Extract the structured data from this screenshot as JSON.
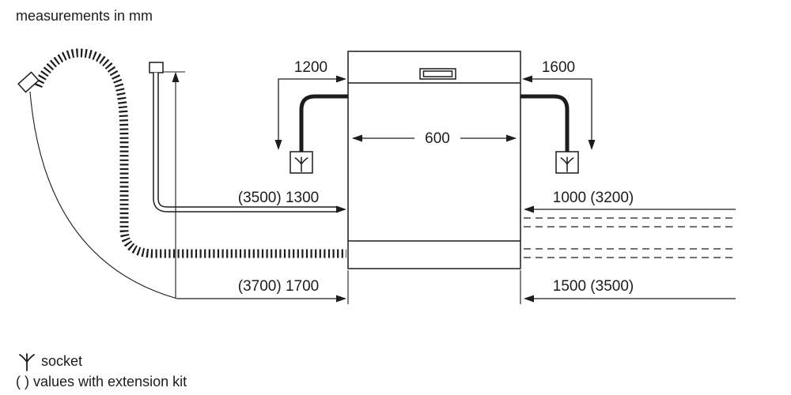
{
  "title": "measurements in mm",
  "measurements": {
    "power_cable_left": "1200",
    "power_cable_right": "1600",
    "appliance_width": "600",
    "supply_hose": "(3500) 1300",
    "supply_right": "1000 (3200)",
    "drain_hose": "(3700) 1700",
    "drain_right": "1500 (3500)"
  },
  "legend": {
    "socket_label": "socket",
    "extension_note": "( ) values with extension kit"
  },
  "icons": {
    "socket_symbol": "three-prong-socket-symbol",
    "tap_connector": "water-tap-connector",
    "hose_nozzle": "drain-hose-end-nozzle"
  },
  "colors": {
    "line": "#1c1c1c",
    "background": "#ffffff"
  }
}
